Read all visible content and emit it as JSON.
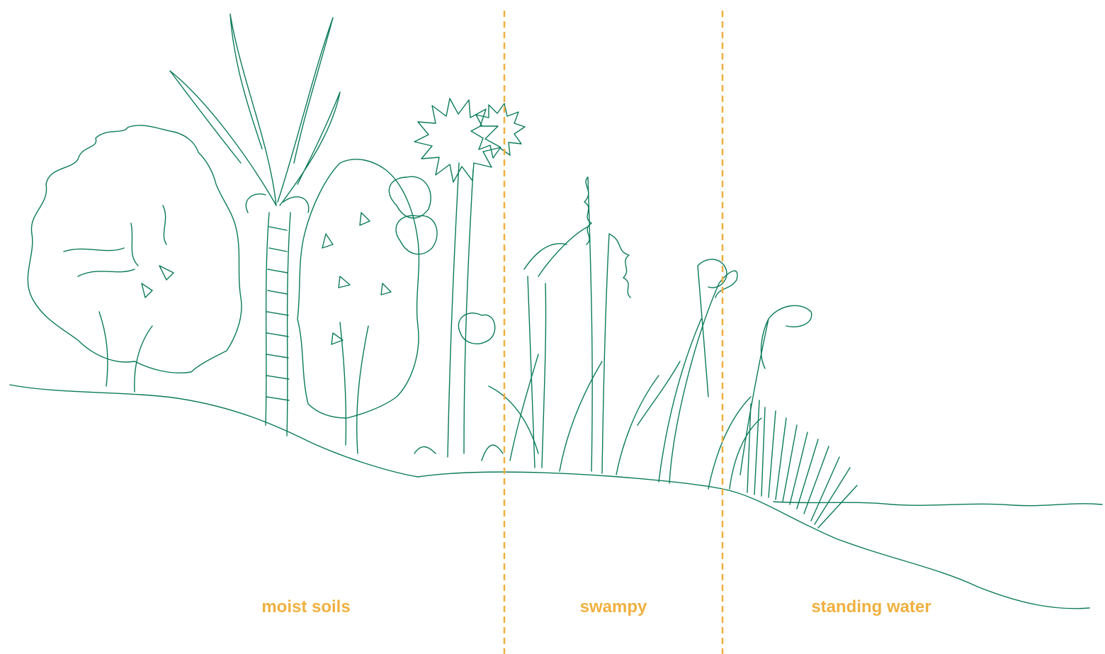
{
  "colors": {
    "line_art": "#0B7B5A",
    "accent": "#F0B040",
    "background": "#FFFFFF"
  },
  "zones": [
    {
      "label": "moist soils"
    },
    {
      "label": "swampy"
    },
    {
      "label": "standing water"
    }
  ],
  "icons": [
    "broadleaf-tree-icon",
    "nikau-palm-icon",
    "shrub-icon",
    "cabbage-tree-icon",
    "flax-icon",
    "sedge-grass-icon",
    "rush-icon"
  ]
}
